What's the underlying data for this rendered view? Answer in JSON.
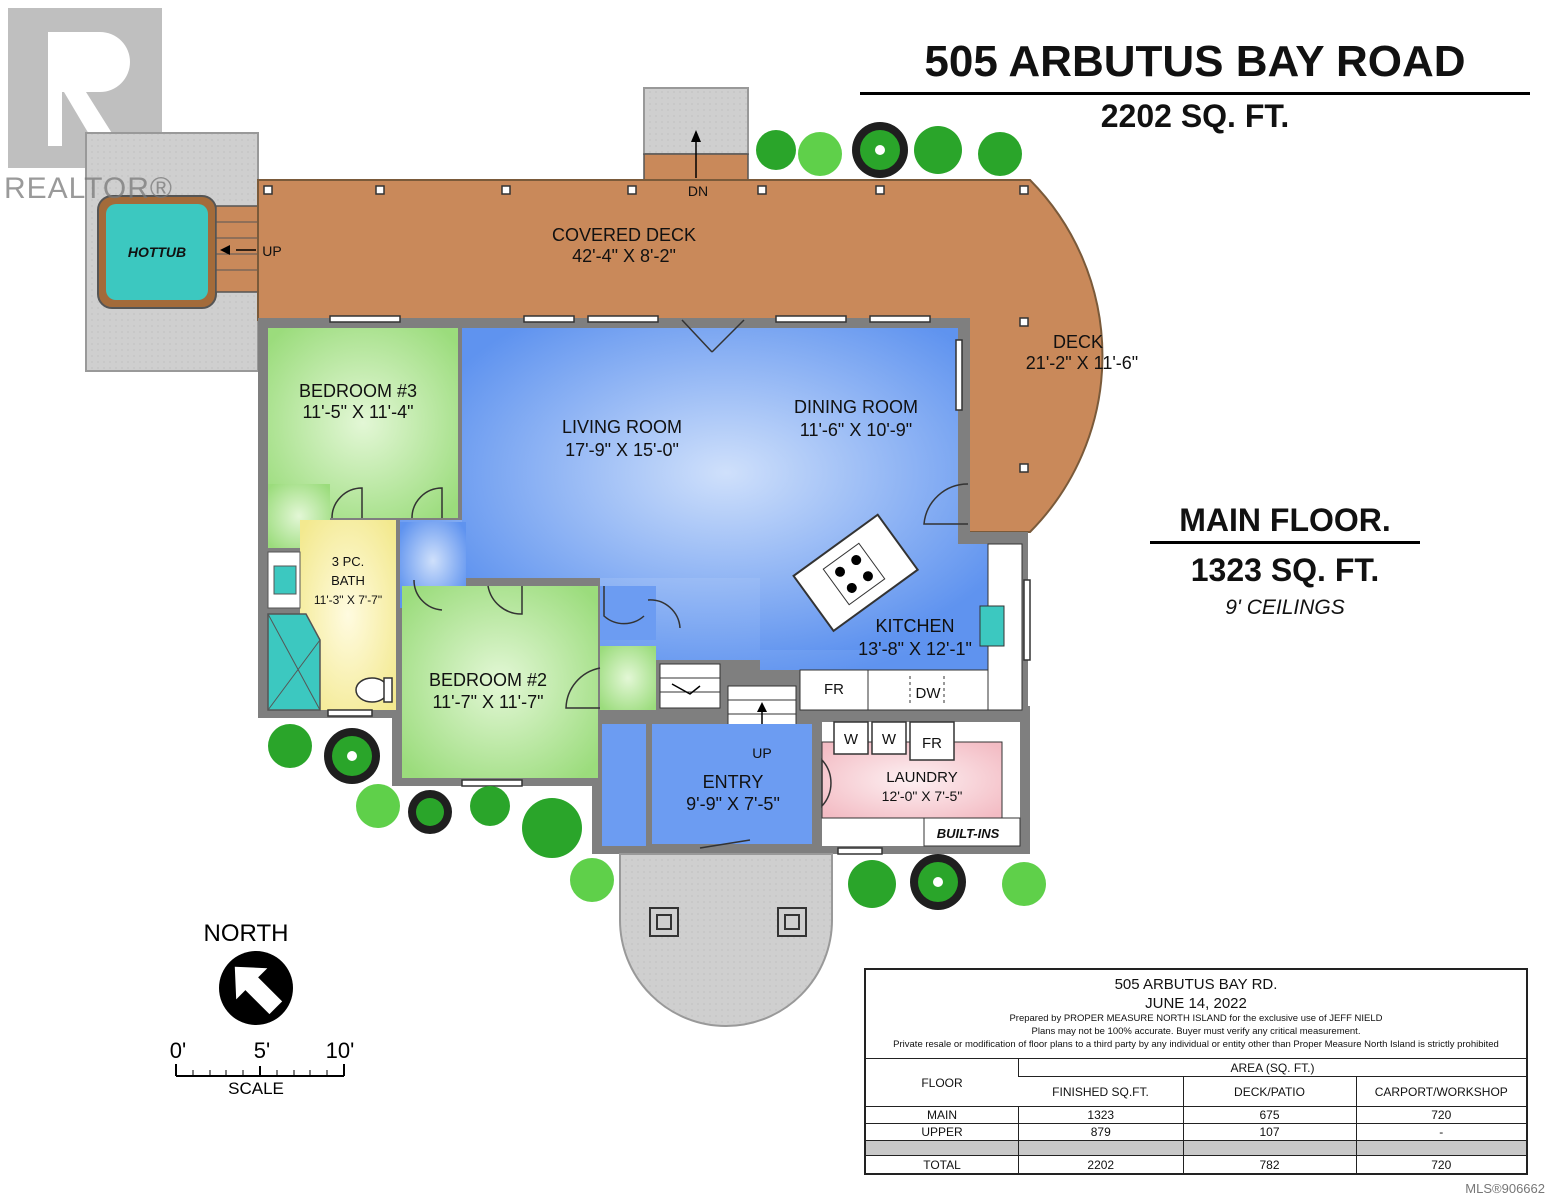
{
  "header": {
    "title": "505 ARBUTUS BAY ROAD",
    "total_area": "2202 SQ. FT.",
    "floor_name": "MAIN FLOOR.",
    "floor_area": "1323 SQ. FT.",
    "ceilings": "9' CEILINGS"
  },
  "watermark": "REALTOR®",
  "mls": "MLS®906662",
  "rooms": {
    "covered_deck": {
      "name": "COVERED DECK",
      "dims": "42'-4\" X 8'-2\""
    },
    "deck": {
      "name": "DECK",
      "dims": "21'-2\" X 11'-6\""
    },
    "hottub": {
      "name": "HOTTUB"
    },
    "bedroom3": {
      "name": "BEDROOM #3",
      "dims": "11'-5\" X 11'-4\""
    },
    "living": {
      "name": "LIVING ROOM",
      "dims": "17'-9\" X 15'-0\""
    },
    "dining": {
      "name": "DINING ROOM",
      "dims": "11'-6\" X 10'-9\""
    },
    "bath": {
      "name_1": "3 PC.",
      "name_2": "BATH",
      "dims": "11'-3\" X 7'-7\""
    },
    "bedroom2": {
      "name": "BEDROOM #2",
      "dims": "11'-7\" X 11'-7\""
    },
    "kitchen": {
      "name": "KITCHEN",
      "dims": "13'-8\" X 12'-1\""
    },
    "entry": {
      "name": "ENTRY",
      "dims": "9'-9\" X 7'-5\""
    },
    "laundry": {
      "name": "LAUNDRY",
      "dims": "12'-0\" X 7'-5\""
    }
  },
  "fixtures": {
    "up_deck": "UP",
    "dn_stairs": "DN",
    "up_entry": "UP",
    "fridge": "FR",
    "dishwasher": "DW",
    "washer1": "W",
    "washer2": "W",
    "freezer": "FR",
    "builtins": "BUILT-INS"
  },
  "compass": {
    "label": "NORTH"
  },
  "scale": {
    "t0": "0'",
    "t5": "5'",
    "t10": "10'",
    "label": "SCALE"
  },
  "colors": {
    "deck": "#c9895a",
    "living": "#6c9cf2",
    "bedroom": "#a8e28c",
    "bath": "#f7f0a8",
    "laundry": "#f6c9cf",
    "walls": "#7f7f7f",
    "hottub": "#3cc8c0",
    "tree": "#2aa52a"
  },
  "info": {
    "address": "505 ARBUTUS BAY RD.",
    "date": "JUNE 14, 2022",
    "prepared": "Prepared by PROPER MEASURE NORTH ISLAND for the exclusive use of JEFF NIELD",
    "accuracy": "Plans may not be 100% accurate.  Buyer must verify any critical measurement.",
    "resale": "Private resale  or modification of floor plans to a third party by any individual or entity other than Proper Measure North Island is strictly prohibited",
    "area_header": "AREA (SQ. FT.)",
    "columns": [
      "FLOOR",
      "FINISHED SQ.FT.",
      "DECK/PATIO",
      "CARPORT/WORKSHOP"
    ],
    "rows": [
      [
        "MAIN",
        "1323",
        "675",
        "720"
      ],
      [
        "UPPER",
        "879",
        "107",
        "-"
      ]
    ],
    "total": [
      "TOTAL",
      "2202",
      "782",
      "720"
    ]
  }
}
